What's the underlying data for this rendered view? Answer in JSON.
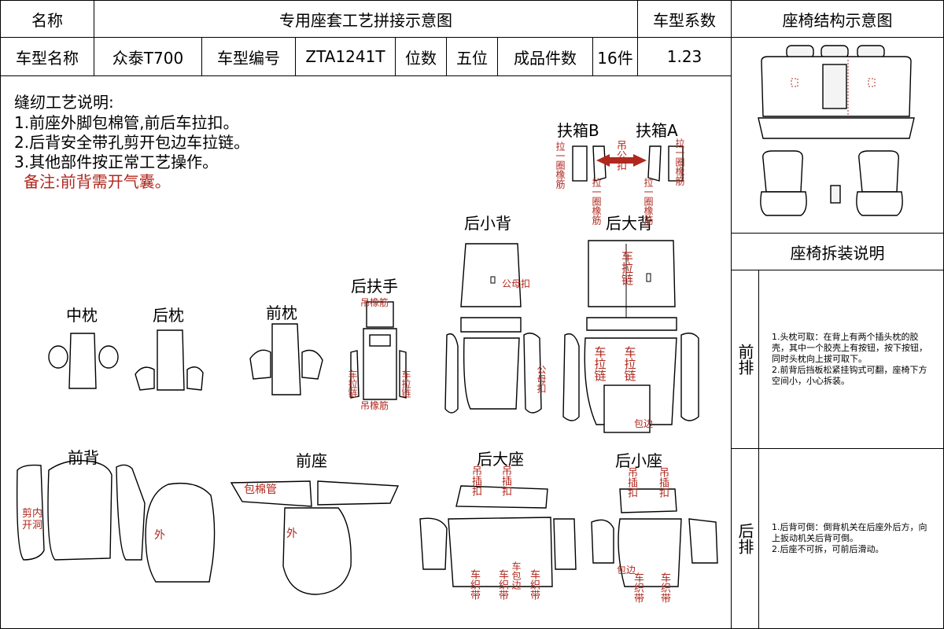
{
  "header": {
    "name_label": "名称",
    "diagram_title": "专用座套工艺拼接示意图",
    "coef_label": "车型系数",
    "structure_title": "座椅结构示意图",
    "model_name_label": "车型名称",
    "model_name": "众泰T700",
    "model_code_label": "车型编号",
    "model_code": "ZTA1241T",
    "seats_label": "位数",
    "seats_value": "五位",
    "pieces_label": "成品件数",
    "pieces_value": "16件",
    "coef_value": "1.23"
  },
  "instructions": {
    "heading": "缝纫工艺说明:",
    "line1": "1.前座外脚包棉管,前后车拉扣。",
    "line2": "2.后背安全带孔剪开包边车拉链。",
    "line3": "3.其他部件按正常工艺操作。",
    "note": "备注:前背需开气囊。"
  },
  "parts": {
    "armbox_b": "扶箱B",
    "armbox_a": "扶箱A",
    "rear_small_back": "后小背",
    "rear_big_back": "后大背",
    "middle_pillow": "中枕",
    "rear_pillow": "后枕",
    "front_pillow": "前枕",
    "rear_armrest": "后扶手",
    "front_back": "前背",
    "front_seat": "前座",
    "rear_big_seat": "后大座",
    "rear_small_seat": "后小座"
  },
  "marks": {
    "pull_elastic": "拉一圈橡筋",
    "pull_elastic_2": "拉一圈橡筋",
    "pull_elastic_3": "拉一圈橡筋",
    "pull_elastic_4": "拉一圈橡筋",
    "hang_male_buckle": "吊公扣",
    "male_female_buckle": "公母扣",
    "male_female_buckle_2": "公母扣",
    "zipper_sew": "车拉链",
    "zipper_sew_l": "车拉链",
    "zipper_sew_r": "车拉链",
    "hang_elastic_top": "吊橡筋",
    "hang_elastic_bottom": "吊橡筋",
    "armrest_zip_l": "车拉链",
    "armrest_zip_r": "车拉链",
    "edging": "包边",
    "edging_2": "包边",
    "cut_inner_hole": "剪内开洞",
    "outer": "外",
    "outer_2": "外",
    "cotton_tube": "包棉管",
    "hang_insert_1": "吊插扣",
    "hang_insert_2": "吊插扣",
    "hang_insert_3": "吊插扣",
    "hang_insert_4": "吊插扣",
    "woven_belt_1": "车织带",
    "woven_belt_2": "车织带",
    "woven_belt_3": "车织带",
    "woven_belt_4": "车织带",
    "woven_belt_5": "车织带",
    "sew_edge": "车包边"
  },
  "disassembly": {
    "title": "座椅拆装说明",
    "front_label": "前排",
    "front_text": "1.头枕可取：在背上有两个插头枕的胶壳，其中一个胶壳上有按钮，按下按钮，同时头枕向上拔可取下。\n2.前背后挡板松紧挂钩式可翻，座椅下方空间小，小心拆装。",
    "rear_label": "后排",
    "rear_text": "1.后背可倒：倒背机关在后座外后方，向上扳动机关后背可倒。\n2.后座不可拆，可前后滑动。"
  },
  "colors": {
    "annotation_red": "#b0281e",
    "line": "#000000"
  }
}
